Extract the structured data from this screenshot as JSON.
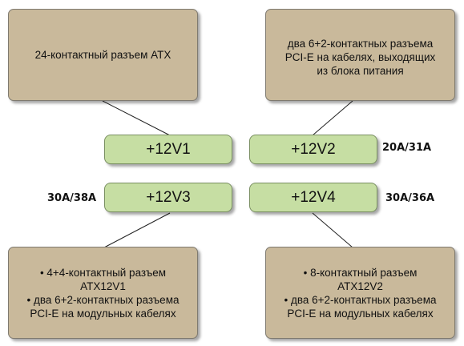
{
  "top_left": {
    "text": "24-контактный разъем ATX"
  },
  "top_right": {
    "lines": [
      "два 6+2-контактных разъема",
      "PCI-E на кабелях, выходящих",
      "из блока питания"
    ]
  },
  "bottom_left": {
    "lines": [
      "• 4+4-контактный разъем",
      "ATX12V1",
      "• два 6+2-контактных разъема",
      "PCI-E на модульных кабелях"
    ]
  },
  "bottom_right": {
    "lines": [
      "• 8-контактный разъем",
      "ATX12V2",
      "• два 6+2-контактных разъема",
      "PCI-E на модульных кабелях"
    ]
  },
  "rails": {
    "v1": "+12V1",
    "v2": "+12V2",
    "v3": "+12V3",
    "v4": "+12V4"
  },
  "ratings": {
    "v2": "20A/31A",
    "v3": "30A/38A",
    "v4": "30A/36A"
  }
}
